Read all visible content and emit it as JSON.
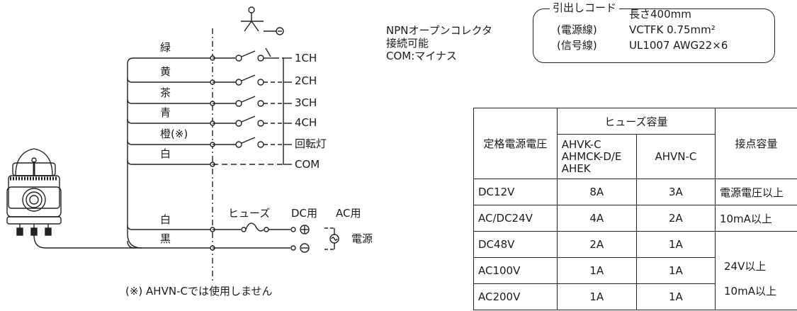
{
  "wire_colors": {
    "green": "緑",
    "yellow": "黄",
    "brown": "茶",
    "blue": "青",
    "orange": "橙(※)",
    "white": "白",
    "white2": "白",
    "black": "黒"
  },
  "channels": [
    "1CH",
    "2CH",
    "3CH",
    "4CH",
    "回転灯",
    "COM"
  ],
  "npn_notes": [
    "NPNオープンコレクタ",
    "接続可能",
    "COM:マイナス"
  ],
  "power_labels": {
    "fuse": "ヒューズ",
    "dc": "DC用",
    "ac": "AC用",
    "source": "電源"
  },
  "footnote": "(※) AHVN-Cでは使用しません",
  "cord_box": {
    "title": "引出しコード",
    "length": "長さ400mm",
    "rows": [
      {
        "label": "(電源線)",
        "value": "VCTFK  0.75mm²"
      },
      {
        "label": "(信号線)",
        "value": "UL1007 AWG22×6"
      }
    ]
  },
  "spec_table": {
    "col_rated_voltage": "定格電源電圧",
    "col_fuse_capacity": "ヒューズ容量",
    "col_contact_capacity": "接点容量",
    "fuse_sub_a": [
      "AHVK-C",
      "AHMCK-D/E",
      "AHEK"
    ],
    "fuse_sub_b": "AHVN-C",
    "rows": [
      {
        "voltage": "DC12V",
        "fuse_a": "8A",
        "fuse_b": "3A"
      },
      {
        "voltage": "AC/DC24V",
        "fuse_a": "4A",
        "fuse_b": "2A"
      },
      {
        "voltage": "DC48V",
        "fuse_a": "2A",
        "fuse_b": "1A"
      },
      {
        "voltage": "AC100V",
        "fuse_a": "1A",
        "fuse_b": "1A"
      },
      {
        "voltage": "AC200V",
        "fuse_a": "1A",
        "fuse_b": "1A"
      }
    ],
    "contact": [
      "電源電圧以上",
      "10mA以上",
      "24V以上",
      "10mA以上"
    ]
  },
  "colors": {
    "line": "#222222",
    "background": "#ffffff"
  }
}
